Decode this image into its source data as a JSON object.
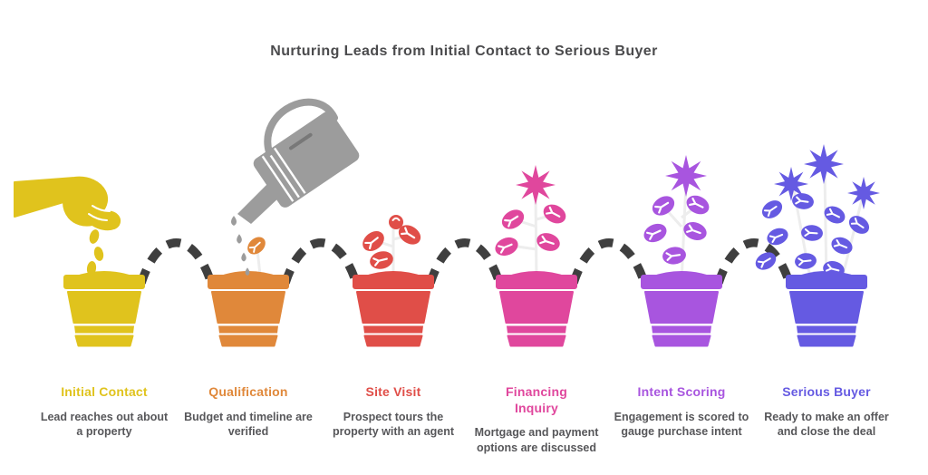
{
  "title": "Nurturing Leads from Initial Contact to Serious Buyer",
  "stages": [
    {
      "name": "Initial Contact",
      "color": "#E0C31D",
      "icon": "seed-planting-hand-icon",
      "description": "Lead reaches out about a property"
    },
    {
      "name": "Qualification",
      "color": "#E0883A",
      "icon": "watering-can-icon",
      "description": "Budget and timeline are verified"
    },
    {
      "name": "Site Visit",
      "color": "#E04E48",
      "icon": "budding-plant-icon",
      "description": "Prospect tours the property with an agent"
    },
    {
      "name": "Financing Inquiry",
      "color": "#E0479D",
      "icon": "flowering-plant-icon",
      "description": "Mortgage and payment options are discussed"
    },
    {
      "name": "Intent Scoring",
      "color": "#A855DF",
      "icon": "thriving-plant-icon",
      "description": "Engagement is scored to gauge purchase intent"
    },
    {
      "name": "Serious Buyer",
      "color": "#655AE2",
      "icon": "full-bloom-plant-icon",
      "description": "Ready to make an offer and close the deal"
    }
  ],
  "colors": {
    "title_text": "#4B4B4D",
    "description_text": "#57575A",
    "connector": "#3F3F3F",
    "watering_can": "#9C9C9C",
    "water_drop": "#9C9C9C",
    "stem": "#EDEDED",
    "background": "#FFFFFF"
  }
}
